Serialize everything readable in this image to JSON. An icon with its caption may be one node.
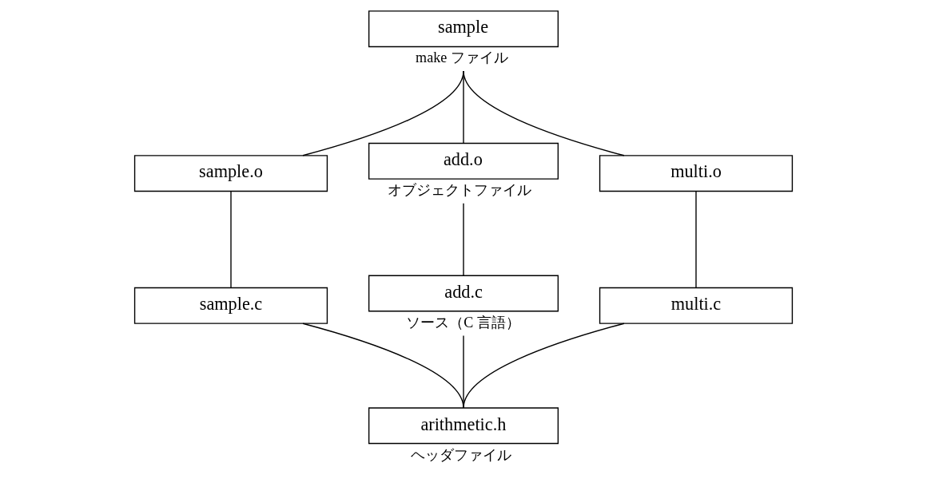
{
  "diagram": {
    "nodes": [
      {
        "text": [
          "sample"
        ],
        "beside": [
          "make ファイル"
        ]
      },
      {
        "text": [
          "sample.o"
        ]
      },
      {
        "text": [
          "add.o"
        ],
        "beside": [
          "オブジェクトファイル"
        ]
      },
      {
        "text": [
          "multi.o"
        ]
      },
      {
        "text": [
          "sample.c"
        ]
      },
      {
        "text": [
          "add.c"
        ],
        "beside": [
          "ソース（C 言語）"
        ]
      },
      {
        "text": [
          "multi.c"
        ]
      },
      {
        "text": [
          "arithmetic.h"
        ],
        "beside": [
          "ヘッダファイル"
        ]
      }
    ],
    "edges": [
      {
        "from": 0,
        "to": 1,
        "arrow": "none"
      },
      {
        "from": 0,
        "to": 2,
        "arrow": "none"
      },
      {
        "from": 0,
        "to": 3,
        "arrow": "none"
      },
      {
        "from": 1,
        "to": 4,
        "arrow": "none"
      },
      {
        "from": 2,
        "to": 5,
        "arrow": "none"
      },
      {
        "from": 3,
        "to": 6,
        "arrow": "none"
      },
      {
        "from": 4,
        "to": 7,
        "arrow": "none"
      },
      {
        "from": 5,
        "to": 7,
        "arrow": "none"
      },
      {
        "from": 6,
        "to": 7,
        "arrow": "none"
      }
    ]
  }
}
